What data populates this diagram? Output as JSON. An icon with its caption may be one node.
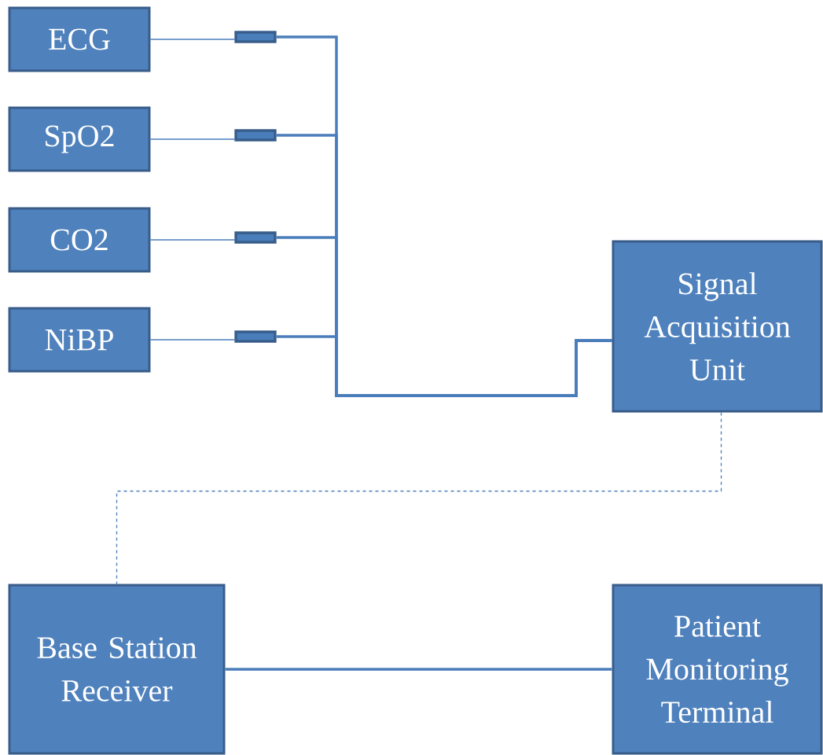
{
  "diagram": {
    "nodes": [
      {
        "text": [
          "ECG"
        ]
      },
      {
        "text": [],
        "shape": "bar"
      },
      {
        "text": [
          "SpO2"
        ]
      },
      {
        "text": [],
        "shape": "bar"
      },
      {
        "text": [
          "CO2"
        ]
      },
      {
        "text": [],
        "shape": "bar"
      },
      {
        "text": [
          "NiBP"
        ]
      },
      {
        "text": [],
        "shape": "bar"
      },
      {
        "text": [
          "Signal Acquisition Unit"
        ]
      },
      {
        "text": [
          "Base Station Receiver"
        ]
      },
      {
        "text": [
          "Patient Monitoring Terminal"
        ]
      }
    ],
    "edges": [
      {
        "from": 0,
        "to": 1,
        "arrow": "none"
      },
      {
        "from": 2,
        "to": 3,
        "arrow": "none"
      },
      {
        "from": 4,
        "to": 5,
        "arrow": "none"
      },
      {
        "from": 6,
        "to": 7,
        "arrow": "none"
      },
      {
        "from": 1,
        "to": 8,
        "arrow": "none",
        "style": "thick"
      },
      {
        "from": 3,
        "to": 8,
        "arrow": "none",
        "style": "thick"
      },
      {
        "from": 5,
        "to": 8,
        "arrow": "none",
        "style": "thick"
      },
      {
        "from": 7,
        "to": 8,
        "arrow": "none",
        "style": "thick"
      },
      {
        "from": 8,
        "to": 9,
        "arrow": "none",
        "style": "dashed"
      },
      {
        "from": 9,
        "to": 10,
        "arrow": "none",
        "style": "thick"
      }
    ]
  }
}
